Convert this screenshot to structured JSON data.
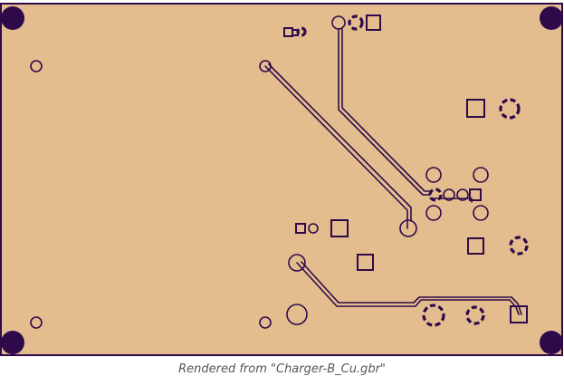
{
  "caption": "Rendered from \"Charger-B_Cu.gbr\"",
  "colors": {
    "board": "#e4bd8f",
    "copper_outline": "#2e0a4a",
    "caption_text": "#555555"
  },
  "board": {
    "mounting_holes": [
      "mounting-hole-top-left",
      "mounting-hole-top-right",
      "mounting-hole-bottom-left",
      "mounting-hole-bottom-right"
    ],
    "layer": "B_Cu"
  }
}
